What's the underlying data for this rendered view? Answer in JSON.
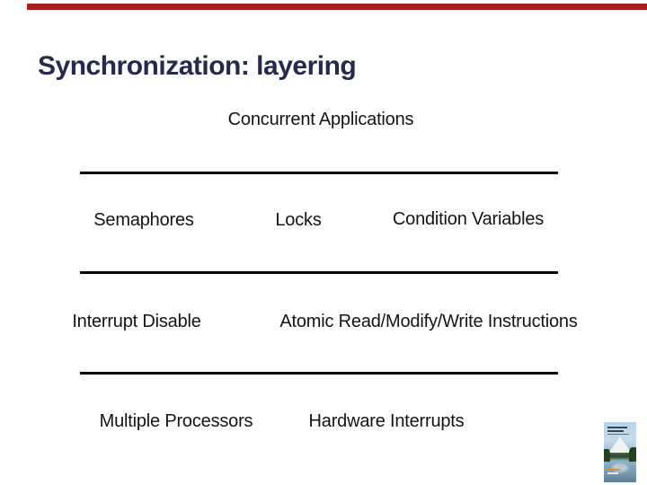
{
  "slide": {
    "title": "Synchronization: layering",
    "colors": {
      "background": "#ffffff",
      "title_text": "#252a4d",
      "accent_bar_red": "#a81d1d",
      "diagram_text": "#141414",
      "separator_line": "#000000"
    }
  },
  "diagram": {
    "layers": [
      {
        "labels": [
          "Concurrent Applications"
        ]
      },
      {
        "labels": [
          "Semaphores",
          "Locks",
          "Condition Variables"
        ]
      },
      {
        "labels": [
          "Interrupt Disable",
          "Atomic Read/Modify/Write Instructions"
        ]
      },
      {
        "labels": [
          "Multiple Processors",
          "Hardware Interrupts"
        ]
      }
    ],
    "separator_count": 3
  },
  "book_cover": {
    "description": "textbook-cover-photo-mountain-lake"
  }
}
